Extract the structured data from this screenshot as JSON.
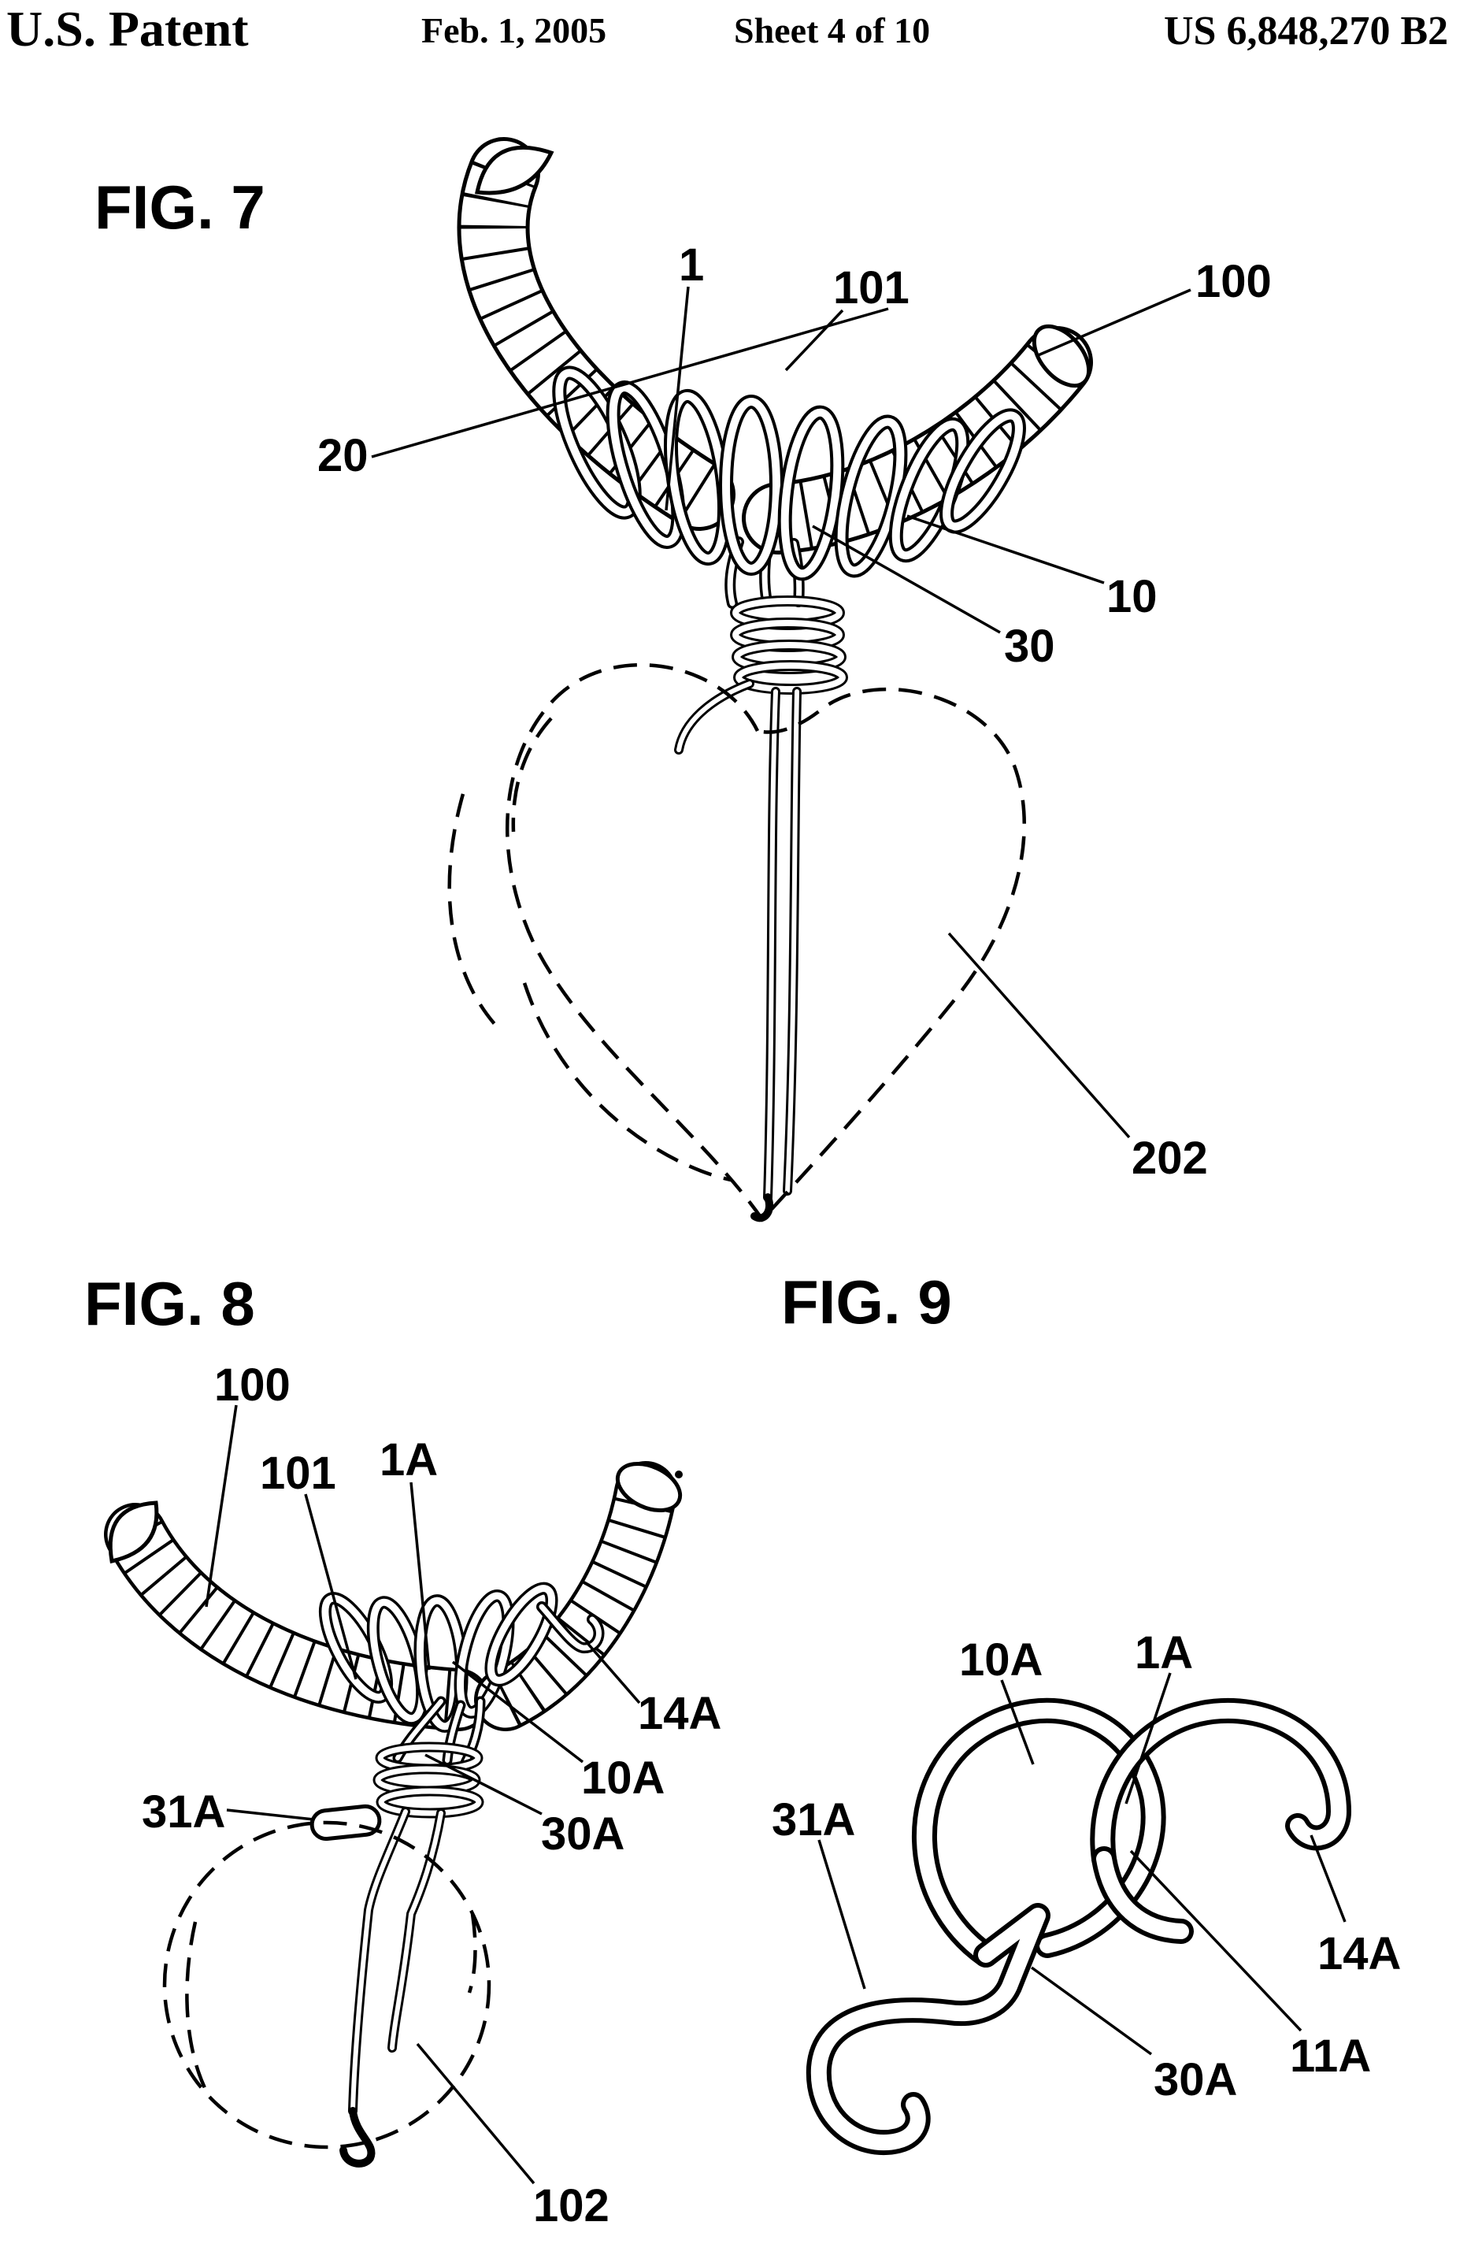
{
  "header": {
    "title": "U.S. Patent",
    "date": "Feb. 1, 2005",
    "sheet": "Sheet 4 of 10",
    "patent_number": "US 6,848,270 B2"
  },
  "figures": [
    {
      "label": "FIG. 7",
      "refs": [
        {
          "text": "1"
        },
        {
          "text": "20"
        },
        {
          "text": "101"
        },
        {
          "text": "100"
        },
        {
          "text": "10"
        },
        {
          "text": "30"
        },
        {
          "text": "202"
        }
      ]
    },
    {
      "label": "FIG. 8",
      "refs": [
        {
          "text": "100"
        },
        {
          "text": "101"
        },
        {
          "text": "1A"
        },
        {
          "text": "14A"
        },
        {
          "text": "10A"
        },
        {
          "text": "30A"
        },
        {
          "text": "31A"
        },
        {
          "text": "102"
        }
      ]
    },
    {
      "label": "FIG. 9",
      "refs": [
        {
          "text": "10A"
        },
        {
          "text": "1A"
        },
        {
          "text": "31A"
        },
        {
          "text": "14A"
        },
        {
          "text": "30A"
        },
        {
          "text": "11A"
        }
      ]
    }
  ]
}
